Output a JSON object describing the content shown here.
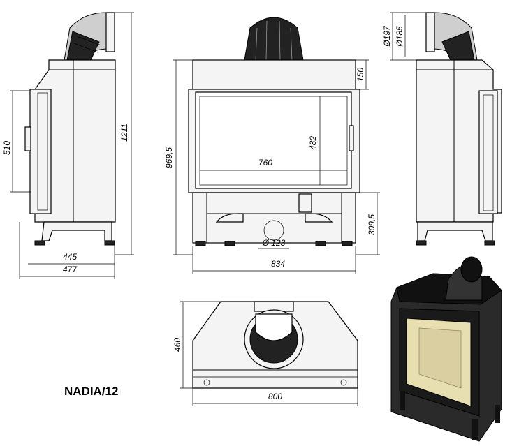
{
  "model_name": "NADIA/12",
  "side_view_left": {
    "depth_inner": "445",
    "depth_total": "477",
    "height_total": "1211",
    "door_height": "510"
  },
  "front_view": {
    "height_body": "969,5",
    "top_gap": "150",
    "glass_width": "760",
    "glass_height": "482",
    "width_total": "834",
    "base_height": "309,5",
    "flue_diameter": "Ø 123"
  },
  "side_view_right": {
    "outlet_outer": "Ø197",
    "outlet_inner": "Ø185"
  },
  "top_view": {
    "depth": "460",
    "width": "800"
  },
  "render_colors": {
    "body": "#1a1a1a",
    "glass_tint": "#e8dfb0",
    "firebox": "#d9cfa0"
  }
}
